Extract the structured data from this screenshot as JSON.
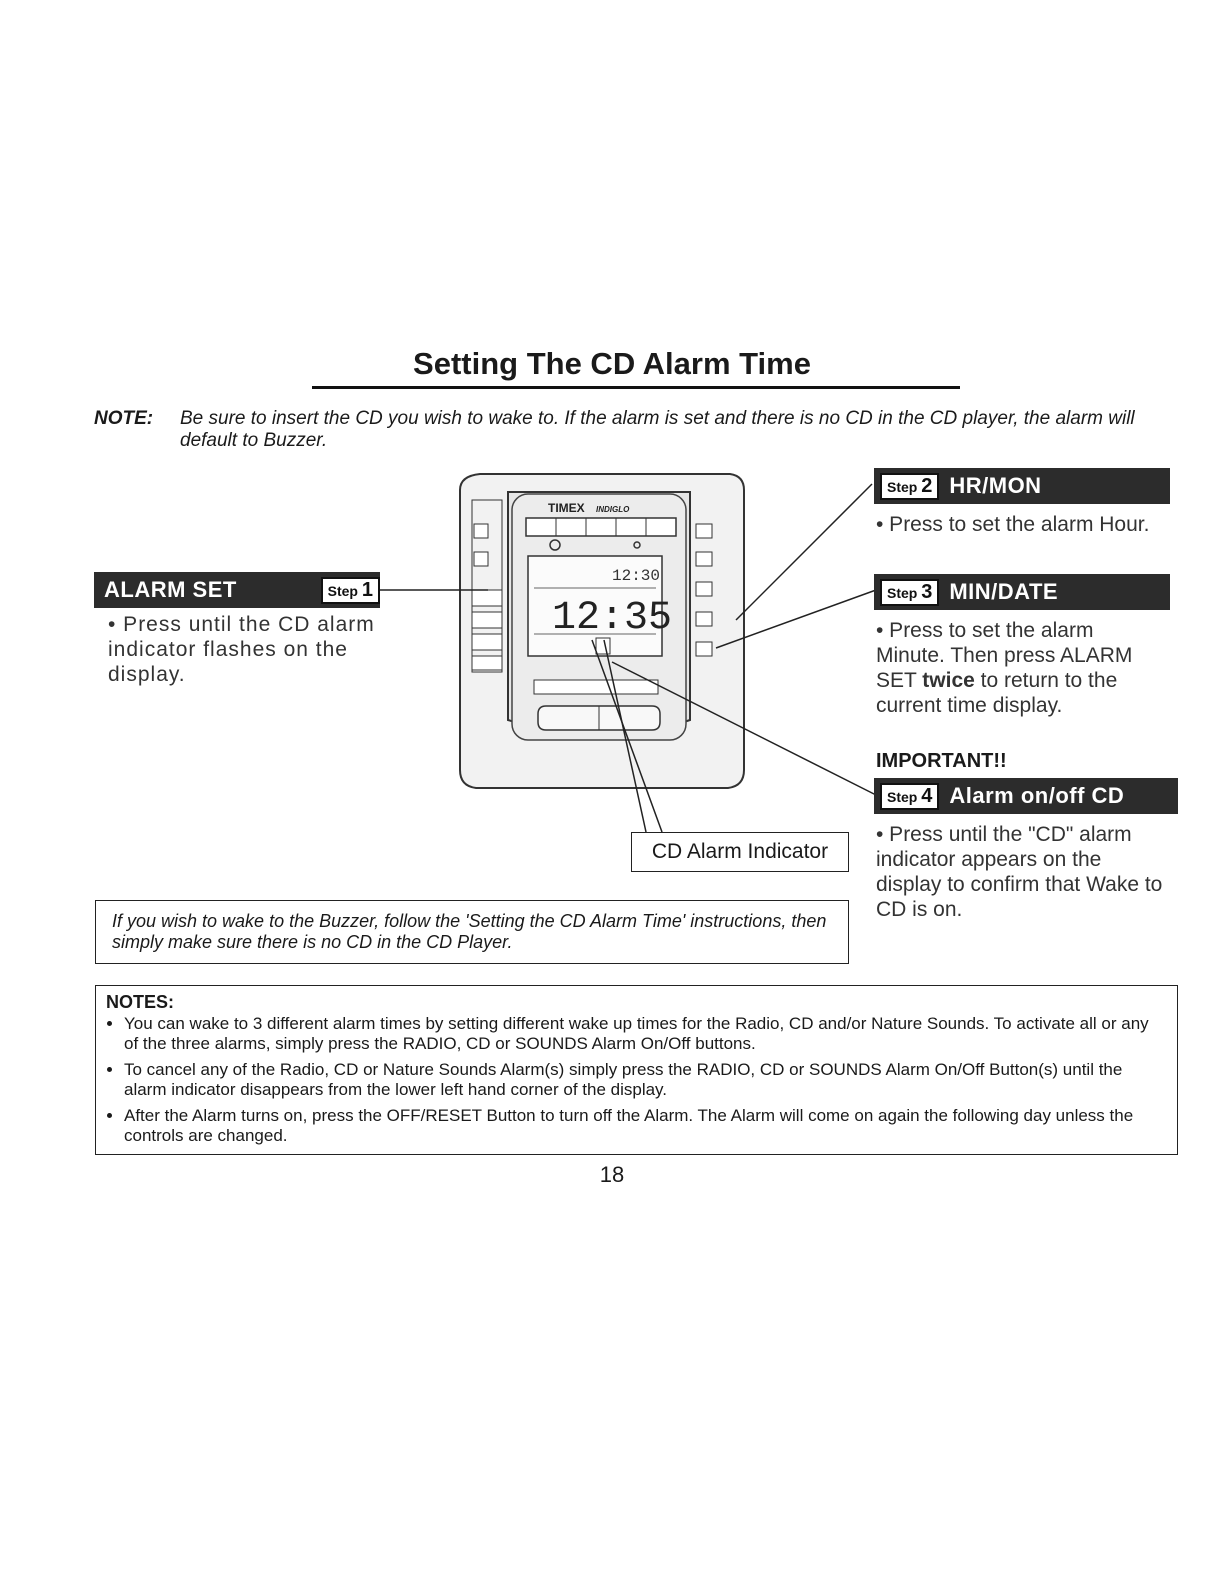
{
  "page": {
    "title": "Setting The CD Alarm Time",
    "note_label": "NOTE:",
    "note_text": "Be sure to insert the CD you wish to wake to. If the alarm is set and there is no CD in the CD player, the alarm will default to Buzzer.",
    "page_number": "18"
  },
  "steps": {
    "step1": {
      "name": "ALARM SET",
      "step_word": "Step",
      "step_num": "1",
      "text": "• Press until the CD alarm indicator flashes on the display."
    },
    "step2": {
      "name": "HR/MON",
      "step_word": "Step",
      "step_num": "2",
      "text": "• Press to set the alarm Hour."
    },
    "step3": {
      "name": "MIN/DATE",
      "step_word": "Step",
      "step_num": "3",
      "text_pre": "• Press to set the alarm Minute. Then press ALARM SET ",
      "text_bold": "twice",
      "text_post": " to return to the current time display."
    },
    "important": "IMPORTANT!!",
    "step4": {
      "name": "Alarm on/off CD",
      "step_word": "Step",
      "step_num": "4",
      "text": "• Press until the \"CD\" alarm indicator appears on the display to confirm that Wake to CD is on."
    }
  },
  "diagram": {
    "brand": "TIMEX",
    "brand_sub": "INDIGLO",
    "display_time": "12:35",
    "display_small_time": "12:30",
    "label": "CD Alarm Indicator"
  },
  "buzzer_note": "If you wish to wake to the Buzzer, follow the 'Setting the CD Alarm Time' instructions, then simply make sure there is no CD in the CD Player.",
  "notes": {
    "heading": "NOTES:",
    "items": [
      "You can wake to 3 different alarm times by setting different wake up times for the Radio, CD and/or Nature Sounds. To activate all or any of the three alarms, simply press the RADIO, CD or SOUNDS Alarm On/Off buttons.",
      "To cancel any of the Radio, CD or Nature Sounds Alarm(s) simply press the RADIO, CD or SOUNDS Alarm On/Off Button(s) until the alarm indicator disappears from the lower left hand corner of the display.",
      "After the Alarm turns on, press the OFF/RESET Button to turn off the Alarm. The Alarm will come on again the following day unless the controls are changed."
    ]
  }
}
